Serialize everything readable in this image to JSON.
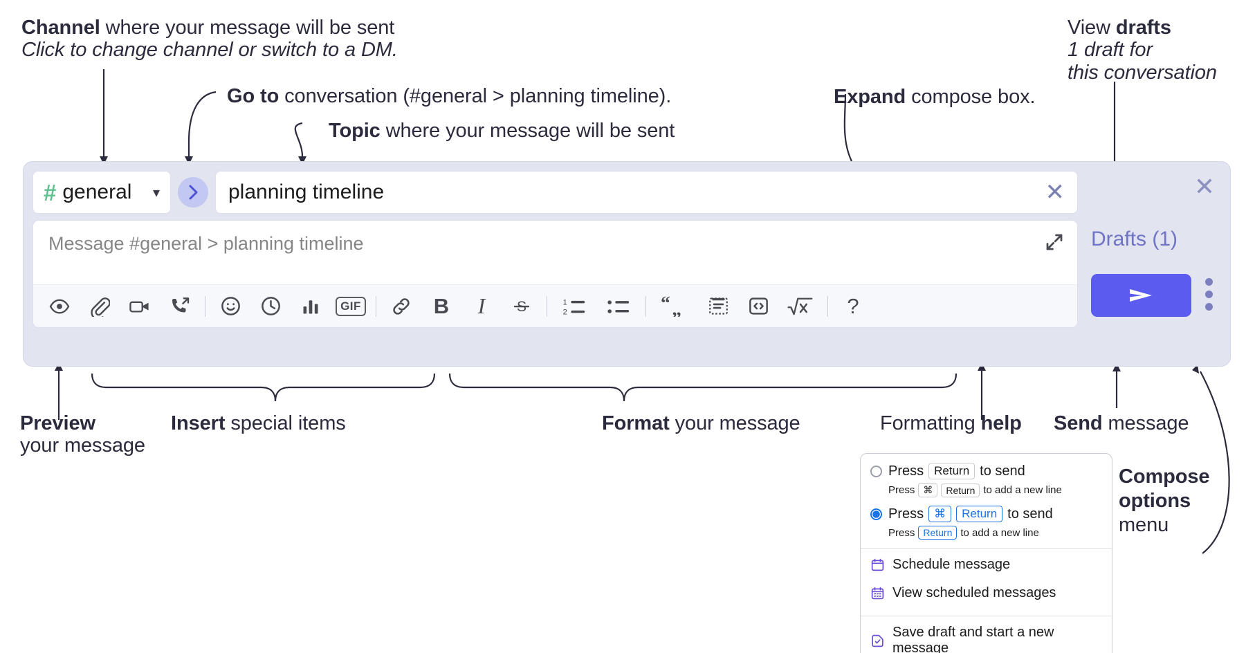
{
  "annotations": {
    "channel": {
      "bold": "Channel",
      "rest": " where your message will be sent",
      "italic": "Click to change channel or switch to a DM."
    },
    "goto": {
      "bold": "Go to",
      "rest": " conversation (#general > planning timeline)."
    },
    "topic": {
      "bold": "Topic",
      "rest": " where your message will be sent"
    },
    "expand": {
      "bold": "Expand",
      "rest": " compose box."
    },
    "drafts": {
      "bold_pre": "View ",
      "bold": "drafts",
      "italic_l1": "1 draft for",
      "italic_l2": "this conversation"
    },
    "preview": {
      "bold": "Preview",
      "rest": "your message"
    },
    "insert": {
      "bold": "Insert",
      "rest": " special items"
    },
    "format": {
      "bold": "Format",
      "rest": " your message"
    },
    "formatting_help": {
      "pre": "Formatting ",
      "bold": "help"
    },
    "send": {
      "bold": "Send",
      "rest": " message"
    },
    "compose_options": {
      "bold_l1": "Compose",
      "bold_l2": "options",
      "rest": "menu"
    }
  },
  "compose": {
    "channel_name": "general",
    "hash_icon": "hash-icon",
    "chevron_icon": "chevron-down-icon",
    "goto_icon": "chevron-right-icon",
    "topic_value": "planning timeline",
    "topic_clear_icon": "close-icon",
    "message_placeholder": "Message #general > planning timeline",
    "expand_icon": "expand-icon",
    "drafts_label": "Drafts (1)",
    "send_icon": "send-paper-plane-icon",
    "kebab_icon": "more-options-icon",
    "close_icon": "close-icon",
    "accent_color": "#5b5bf0",
    "panel_bg": "#e2e4f0",
    "hash_color": "#5ec08c",
    "toolbar": [
      {
        "name": "preview-icon",
        "label": ""
      },
      {
        "name": "attachment-icon",
        "label": ""
      },
      {
        "name": "video-icon",
        "label": ""
      },
      {
        "name": "audio-clip-icon",
        "label": ""
      },
      {
        "name": "emoji-icon",
        "label": ""
      },
      {
        "name": "schedule-clock-icon",
        "label": ""
      },
      {
        "name": "poll-bar-chart-icon",
        "label": ""
      },
      {
        "name": "gif-icon",
        "label": "GIF"
      },
      {
        "name": "link-icon",
        "label": ""
      },
      {
        "name": "bold-icon",
        "label": "B"
      },
      {
        "name": "italic-icon",
        "label": "I"
      },
      {
        "name": "strikethrough-icon",
        "label": "S"
      },
      {
        "name": "ordered-list-icon",
        "label": ""
      },
      {
        "name": "bulleted-list-icon",
        "label": ""
      },
      {
        "name": "blockquote-icon",
        "label": ""
      },
      {
        "name": "code-block-icon",
        "label": ""
      },
      {
        "name": "inline-code-icon",
        "label": ""
      },
      {
        "name": "math-icon",
        "label": ""
      },
      {
        "name": "help-icon",
        "label": "?"
      }
    ]
  },
  "popup": {
    "option1": {
      "selected": false,
      "pre": "Press",
      "key": "Return",
      "post": "to send",
      "sub_pre": "Press",
      "sub_key1": "⌘",
      "sub_key2": "Return",
      "sub_post": "to add a new line"
    },
    "option2": {
      "selected": true,
      "pre": "Press",
      "key1": "⌘",
      "key2": "Return",
      "post": "to send",
      "sub_pre": "Press",
      "sub_key": "Return",
      "sub_post": "to add a new line"
    },
    "items": [
      {
        "label": "Schedule message",
        "icon": "calendar-clock-icon"
      },
      {
        "label": "View scheduled messages",
        "icon": "calendar-grid-icon"
      },
      {
        "label": "Save draft and start a new message",
        "icon": "save-draft-icon"
      }
    ]
  }
}
